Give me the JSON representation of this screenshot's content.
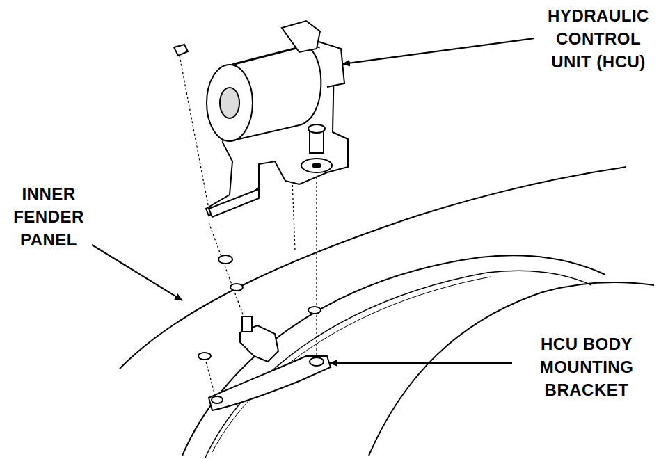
{
  "diagram": {
    "labels": [
      "HYDRAULIC CONTROL UNIT (HCU)",
      "INNER FENDER PANEL",
      "HCU BODY MOUNTING BRACKET"
    ]
  }
}
